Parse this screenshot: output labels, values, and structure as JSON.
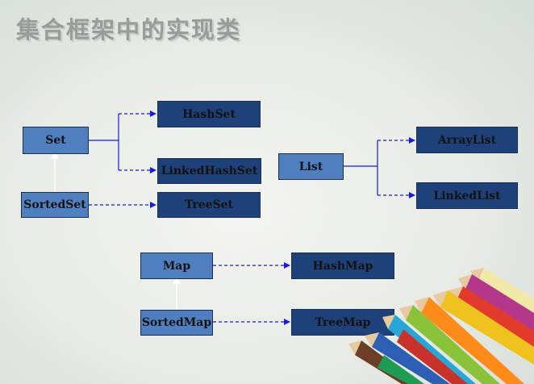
{
  "slide": {
    "title": "集合框架中的实现类"
  },
  "diagram": {
    "nodes": {
      "set": "Set",
      "sorted_set": "SortedSet",
      "hash_set": "HashSet",
      "linked_hash_set": "LinkedHashSet",
      "tree_set": "TreeSet",
      "list": "List",
      "array_list": "ArrayList",
      "linked_list": "LinkedList",
      "map": "Map",
      "sorted_map": "SortedMap",
      "hash_map": "HashMap",
      "tree_map": "TreeMap"
    }
  },
  "colors": {
    "interface_box": "#4f7fbf",
    "class_box": "#1f4179",
    "arrow": "#1a1adb",
    "title": "#9a9c9b"
  },
  "decoration": {
    "image": "colored-pencils-illustration"
  }
}
